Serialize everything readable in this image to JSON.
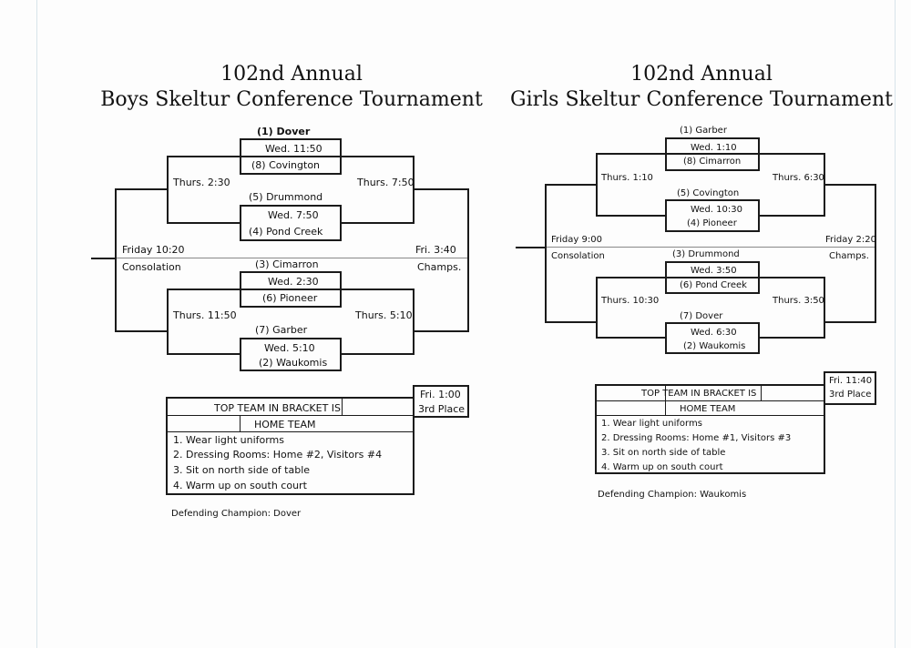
{
  "boys": {
    "title_line1": "102nd Annual",
    "title_line2": "Boys Skeltur Conference Tournament",
    "teams": {
      "s1": "(1) Dover",
      "s8": "(8) Covington",
      "s5": "(5) Drummond",
      "s4": "(4) Pond Creek",
      "s3": "(3) Cimarron",
      "s6": "(6) Pioneer",
      "s7": "(7) Garber",
      "s2": "(2) Waukomis"
    },
    "games": {
      "g1": "Wed. 11:50",
      "g2": "Wed. 7:50",
      "g3": "Wed. 2:30",
      "g4": "Wed. 5:10",
      "semi1_left": "Thurs. 2:30",
      "semi1_right": "Thurs. 7:50",
      "semi2_left": "Thurs. 11:50",
      "semi2_right": "Thurs. 5:10",
      "consol_time": "Friday 10:20",
      "consol_label": "Consolation",
      "champ_time": "Fri. 3:40",
      "champ_label": "Champs.",
      "third_time": "Fri. 1:00",
      "third_label": "3rd Place"
    },
    "info": {
      "top_team": "TOP TEAM IN BRACKET IS",
      "home_team": "HOME TEAM",
      "rules": [
        "1. Wear light uniforms",
        "2. Dressing Rooms: Home #2, Visitors #4",
        "3. Sit on north side of table",
        "4. Warm up on south court"
      ]
    },
    "defending": "Defending Champion: Dover"
  },
  "girls": {
    "title_line1": "102nd Annual",
    "title_line2": "Girls Skeltur Conference Tournament",
    "teams": {
      "s1": "(1) Garber",
      "s8": "(8) Cimarron",
      "s5": "(5) Covington",
      "s4": "(4) Pioneer",
      "s3": "(3) Drummond",
      "s6": "(6) Pond Creek",
      "s7": "(7) Dover",
      "s2": "(2) Waukomis"
    },
    "games": {
      "g1": "Wed. 1:10",
      "g2": "Wed. 10:30",
      "g3": "Wed. 3:50",
      "g4": "Wed. 6:30",
      "semi1_left": "Thurs. 1:10",
      "semi1_right": "Thurs. 6:30",
      "semi2_left": "Thurs. 10:30",
      "semi2_right": "Thurs. 3:50",
      "consol_time": "Friday 9:00",
      "consol_label": "Consolation",
      "champ_time": "Friday 2:20",
      "champ_label": "Champs.",
      "third_time": "Fri. 11:40",
      "third_label": "3rd Place"
    },
    "info": {
      "top_team": "TOP TEAM IN BRACKET IS",
      "home_team": "HOME TEAM",
      "rules": [
        "1. Wear light uniforms",
        "2. Dressing Rooms: Home #1, Visitors #3",
        "3. Sit on north side of table",
        "4. Warm up on south court"
      ]
    },
    "defending": "Defending Champion: Waukomis"
  }
}
